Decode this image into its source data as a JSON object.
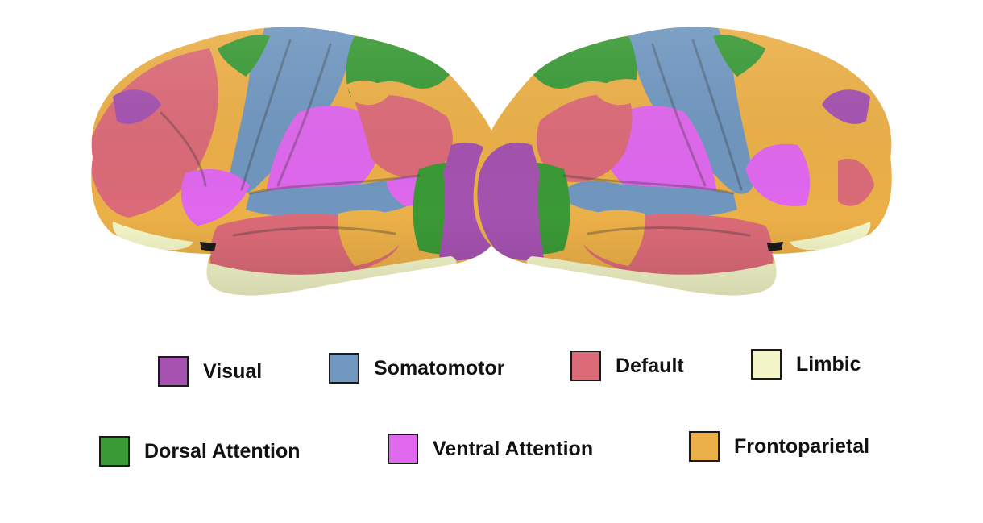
{
  "figure": {
    "hemispheres": [
      {
        "name": "left-hemisphere",
        "view": "lateral"
      },
      {
        "name": "right-hemisphere",
        "view": "lateral"
      }
    ]
  },
  "legend": {
    "rows": [
      [
        {
          "key": "visual",
          "label": "Visual",
          "color": "#a552b0"
        },
        {
          "key": "somatomotor",
          "label": "Somatomotor",
          "color": "#7097c0"
        },
        {
          "key": "default",
          "label": "Default",
          "color": "#dc6b78"
        },
        {
          "key": "limbic",
          "label": "Limbic",
          "color": "#f3f6c8"
        }
      ],
      [
        {
          "key": "dorsal-attention",
          "label": "Dorsal Attention",
          "color": "#3a9a36"
        },
        {
          "key": "ventral-attention",
          "label": "Ventral Attention",
          "color": "#e068ee"
        },
        {
          "key": "frontoparietal",
          "label": "Frontoparietal",
          "color": "#ecb048"
        }
      ]
    ]
  }
}
